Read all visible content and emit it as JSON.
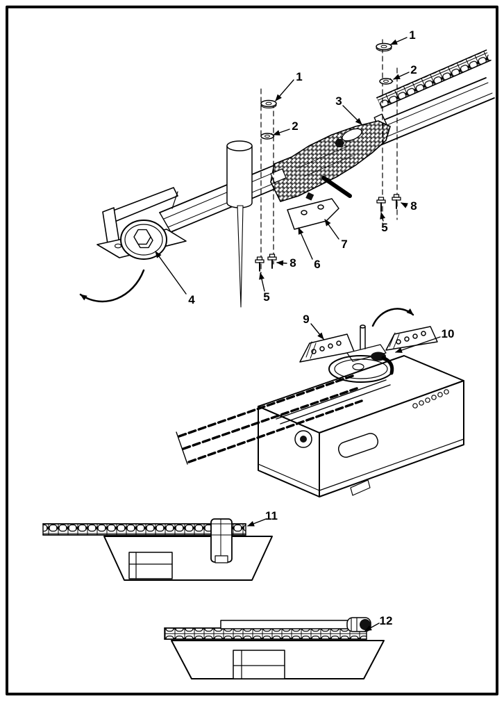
{
  "figure": {
    "background_color": "#ffffff",
    "line_color": "#000000",
    "views": {
      "top": "exploded-trolley-rail-assembly",
      "middle": "opener-power-head-with-sprocket",
      "bottom_first": "chain-seated-on-sprocket-side-view",
      "bottom_second": "chain-with-connector-side-view"
    }
  },
  "callouts": [
    {
      "id": "washer-top-right",
      "label": "1"
    },
    {
      "id": "lock-washer-top-right",
      "label": "2"
    },
    {
      "id": "threaded-shaft",
      "label": "3"
    },
    {
      "id": "washer-left",
      "label": "1"
    },
    {
      "id": "lock-washer-left",
      "label": "2"
    },
    {
      "id": "bolt-right-pair",
      "label": "8"
    },
    {
      "id": "nut-right-pair",
      "label": "5"
    },
    {
      "id": "trolley-bracket",
      "label": "7"
    },
    {
      "id": "clamp-plate",
      "label": "6"
    },
    {
      "id": "bolt-left-pair",
      "label": "8"
    },
    {
      "id": "nut-left-pair",
      "label": "5"
    },
    {
      "id": "idler-pulley-bolt",
      "label": "4"
    },
    {
      "id": "rail-bracket",
      "label": "9"
    },
    {
      "id": "drive-sprocket",
      "label": "10"
    },
    {
      "id": "chain-seated",
      "label": "11"
    },
    {
      "id": "chain-connector",
      "label": "12"
    }
  ]
}
